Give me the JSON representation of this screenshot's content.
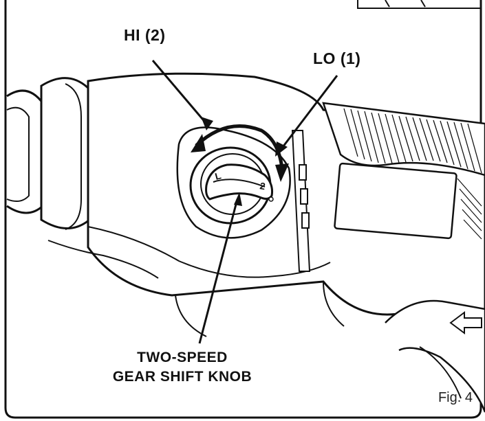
{
  "labels": {
    "hi": "HI (2)",
    "lo": "LO (1)",
    "knob_line1": "TWO-SPEED",
    "knob_line2": "GEAR SHIFT KNOB",
    "knob_mark_low": "L",
    "knob_mark_high": "2"
  },
  "figure_label": "Fig. 4",
  "colors": {
    "line": "#111111",
    "background": "#ffffff"
  }
}
